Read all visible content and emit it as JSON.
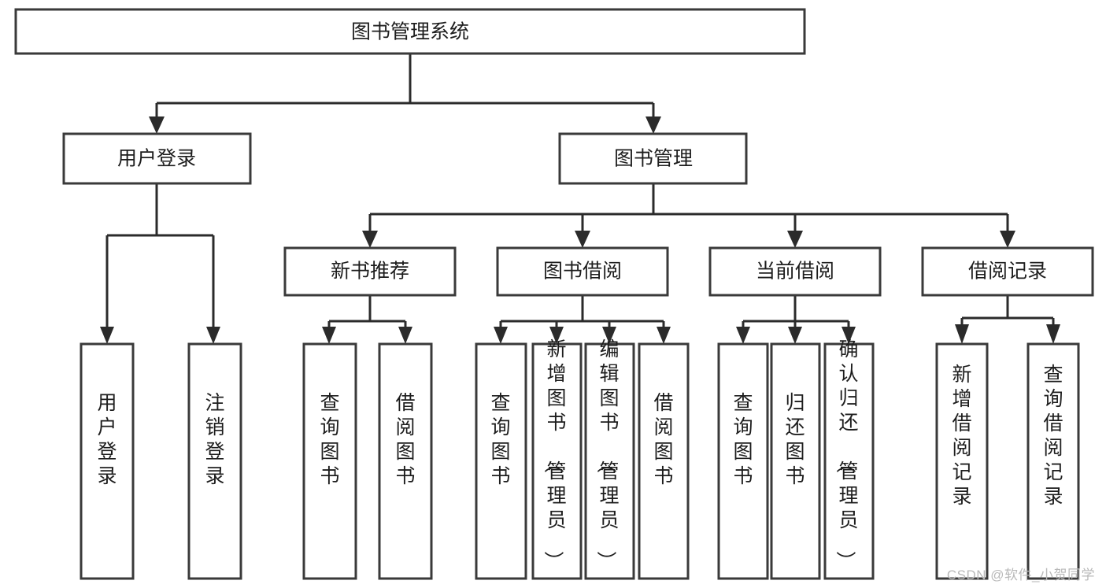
{
  "diagram": {
    "title_node": {
      "label": "图书管理系统"
    },
    "level2": [
      {
        "id": "user-login",
        "label": "用户登录"
      },
      {
        "id": "book-management",
        "label": "图书管理"
      }
    ],
    "level3": [
      {
        "id": "new-book-recommendation",
        "label": "新书推荐"
      },
      {
        "id": "book-borrowing",
        "label": "图书借阅"
      },
      {
        "id": "current-borrowing",
        "label": "当前借阅"
      },
      {
        "id": "borrowing-records",
        "label": "借阅记录"
      }
    ],
    "leaves": {
      "user-login": [
        {
          "id": "leaf-user-login",
          "label": "用户登录"
        },
        {
          "id": "leaf-logout",
          "label": "注销登录"
        }
      ],
      "new-book-recommendation": [
        {
          "id": "leaf-query-books-1",
          "label": "查询图书"
        },
        {
          "id": "leaf-borrow-books-1",
          "label": "借阅图书"
        }
      ],
      "book-borrowing": [
        {
          "id": "leaf-query-books-2",
          "label": "查询图书"
        },
        {
          "id": "leaf-add-book-admin",
          "label": "新增图书（管理员）"
        },
        {
          "id": "leaf-edit-book-admin",
          "label": "编辑图书（管理员）"
        },
        {
          "id": "leaf-borrow-books-2",
          "label": "借阅图书"
        }
      ],
      "current-borrowing": [
        {
          "id": "leaf-query-books-3",
          "label": "查询图书"
        },
        {
          "id": "leaf-return-books",
          "label": "归还图书"
        },
        {
          "id": "leaf-confirm-return-admin",
          "label": "确认归还（管理员）"
        }
      ],
      "borrowing-records": [
        {
          "id": "leaf-add-record",
          "label": "新增借阅记录"
        },
        {
          "id": "leaf-query-record",
          "label": "查询借阅记录"
        }
      ]
    }
  },
  "watermark": {
    "text": "CSDN @软件_小贺同学"
  },
  "colors": {
    "box_border": "#3a3a3a",
    "connector": "#2b2b2b",
    "box_fill": "#ffffff",
    "text": "#1d1d1d",
    "watermark": "#b9b9b9",
    "background": "#ffffff"
  }
}
